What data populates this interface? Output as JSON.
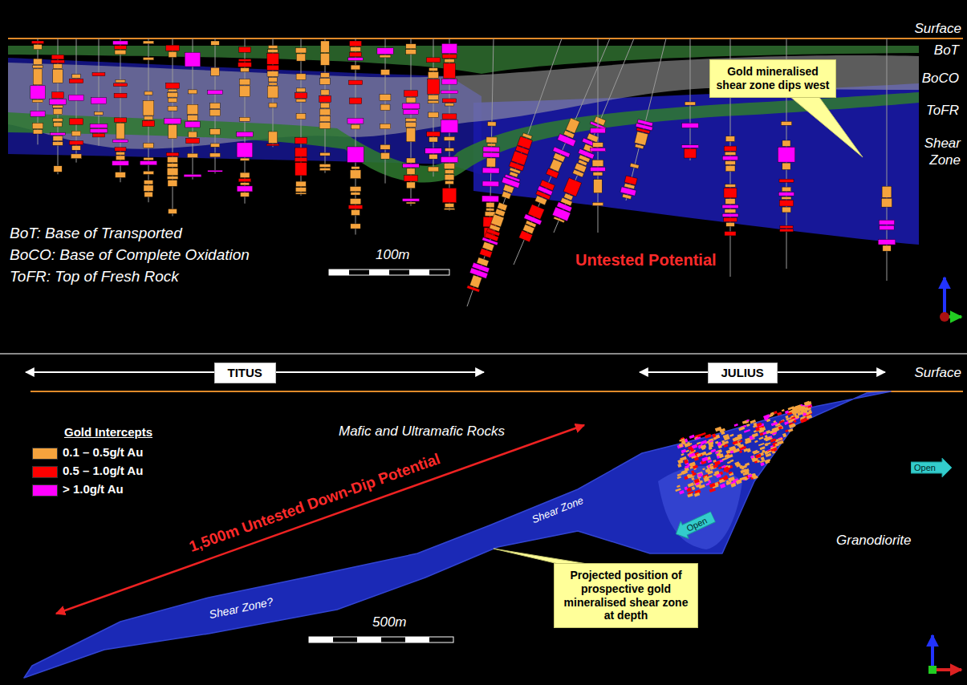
{
  "diagram": {
    "nodes": [
      {
        "text": [
          "Gold mineralised shear zone dips west"
        ]
      },
      {
        "text": [
          "TITUS"
        ]
      },
      {
        "text": [
          "JULIUS"
        ]
      },
      {
        "text": [
          "Open"
        ]
      },
      {
        "text": [
          "Open"
        ]
      },
      {
        "text": [
          "Projected position of prospective gold mineralised shear zone at depth"
        ]
      }
    ],
    "edges": [],
    "labels": [
      "Surface",
      "BoT",
      "BoCO",
      "ToFR",
      "Shear Zone",
      "BoT: Base of Transported",
      "BoCO: Base of Complete Oxidation",
      "ToFR: Top of Fresh Rock",
      "100m",
      "Untested Potential",
      "Surface",
      "Gold Intercepts",
      "Mafic and Ultramafic Rocks",
      "1,500m Untested Down-Dip Potential",
      "Shear Zone",
      "Shear Zone?",
      "Granodiorite",
      "500m"
    ],
    "legend": [
      {
        "text": "0.1 – 0.5g/t Au",
        "color": "#f5a33d"
      },
      {
        "text": "0.5 – 1.0g/t Au",
        "color": "#ff0000"
      },
      {
        "text": "> 1.0g/t Au",
        "color": "#ff00ff"
      }
    ]
  }
}
